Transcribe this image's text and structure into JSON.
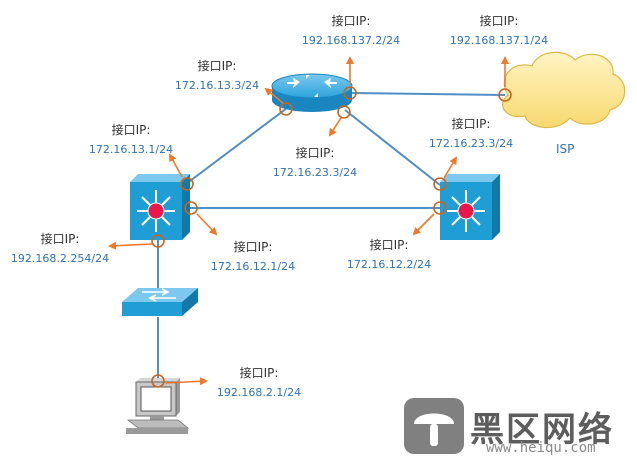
{
  "colors": {
    "link": "#4f8fc6",
    "arrow": "#f0782b",
    "port_ring": "#c9641e",
    "device_face": "#1f9ed6",
    "device_dark": "#1278a6",
    "cloud": "#fbe59a",
    "text": "#333333",
    "ip_text": "#2e74b5"
  },
  "interfaces": [
    {
      "id": "r-isp",
      "title": "接口IP:",
      "ip": "192.168.137.2/24"
    },
    {
      "id": "isp-r",
      "title": "接口IP:",
      "ip": "192.168.137.1/24"
    },
    {
      "id": "r-s1",
      "title": "接口IP:",
      "ip": "172.16.13.3/24"
    },
    {
      "id": "s1-r",
      "title": "接口IP:",
      "ip": "172.16.13.1/24"
    },
    {
      "id": "r-s2",
      "title": "接口IP:",
      "ip": "172.16.23.3/24"
    },
    {
      "id": "s2-r",
      "title": "接口IP:",
      "ip": "172.16.23.3/24"
    },
    {
      "id": "s1-s2",
      "title": "接口IP:",
      "ip": "172.16.12.1/24"
    },
    {
      "id": "s2-s1",
      "title": "接口IP:",
      "ip": "172.16.12.2/24"
    },
    {
      "id": "s1-lan",
      "title": "接口IP:",
      "ip": "192.168.2.254/24"
    },
    {
      "id": "pc",
      "title": "接口IP:",
      "ip": "192.168.2.1/24"
    }
  ],
  "isp_label": "ISP",
  "watermark": {
    "text": "黑区网络",
    "url": "www.heiqu.com"
  }
}
